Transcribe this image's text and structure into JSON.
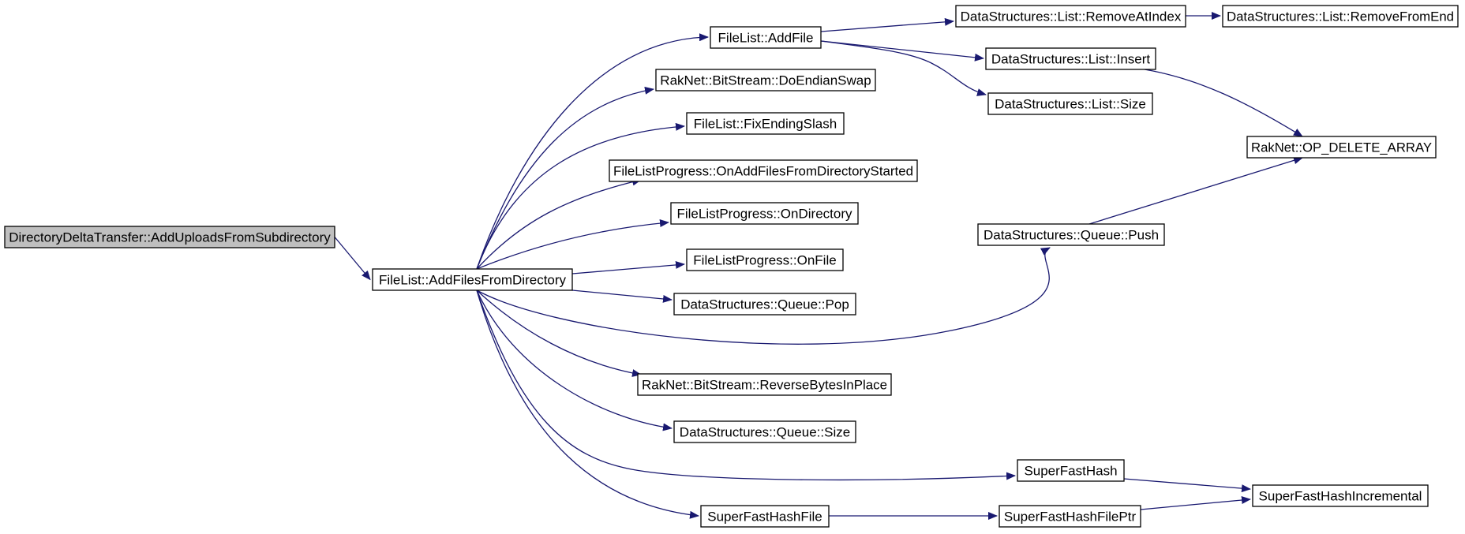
{
  "diagram": {
    "type": "call-graph",
    "colors": {
      "edge": "#191970",
      "root_fill": "#bfbfbf",
      "node_fill": "#ffffff",
      "border": "#000000"
    },
    "nodes": [
      {
        "id": "root",
        "label": "DirectoryDeltaTransfer::AddUploadsFromSubdirectory",
        "root": true
      },
      {
        "id": "addFilesFromDir",
        "label": "FileList::AddFilesFromDirectory"
      },
      {
        "id": "addFile",
        "label": "FileList::AddFile"
      },
      {
        "id": "doEndianSwap",
        "label": "RakNet::BitStream::DoEndianSwap"
      },
      {
        "id": "fixEndingSlash",
        "label": "FileList::FixEndingSlash"
      },
      {
        "id": "onAddFilesStarted",
        "label": "FileListProgress::OnAddFilesFromDirectoryStarted"
      },
      {
        "id": "onDirectory",
        "label": "FileListProgress::OnDirectory"
      },
      {
        "id": "onFile",
        "label": "FileListProgress::OnFile"
      },
      {
        "id": "queuePop",
        "label": "DataStructures::Queue::Pop"
      },
      {
        "id": "reverseBytes",
        "label": "RakNet::BitStream::ReverseBytesInPlace"
      },
      {
        "id": "queueSize",
        "label": "DataStructures::Queue::Size"
      },
      {
        "id": "superFastHash",
        "label": "SuperFastHash"
      },
      {
        "id": "superFastHashFile",
        "label": "SuperFastHashFile"
      },
      {
        "id": "removeAtIndex",
        "label": "DataStructures::List::RemoveAtIndex"
      },
      {
        "id": "removeFromEnd",
        "label": "DataStructures::List::RemoveFromEnd"
      },
      {
        "id": "listInsert",
        "label": "DataStructures::List::Insert"
      },
      {
        "id": "listSize",
        "label": "DataStructures::List::Size"
      },
      {
        "id": "opDeleteArray",
        "label": "RakNet::OP_DELETE_ARRAY"
      },
      {
        "id": "queuePush",
        "label": "DataStructures::Queue::Push"
      },
      {
        "id": "superFastHashIncremental",
        "label": "SuperFastHashIncremental"
      },
      {
        "id": "superFastHashFilePtr",
        "label": "SuperFastHashFilePtr"
      }
    ],
    "edges": [
      [
        "root",
        "addFilesFromDir"
      ],
      [
        "addFilesFromDir",
        "addFile"
      ],
      [
        "addFilesFromDir",
        "doEndianSwap"
      ],
      [
        "addFilesFromDir",
        "fixEndingSlash"
      ],
      [
        "addFilesFromDir",
        "onAddFilesStarted"
      ],
      [
        "addFilesFromDir",
        "onDirectory"
      ],
      [
        "addFilesFromDir",
        "onFile"
      ],
      [
        "addFilesFromDir",
        "queuePop"
      ],
      [
        "addFilesFromDir",
        "queuePush"
      ],
      [
        "addFilesFromDir",
        "reverseBytes"
      ],
      [
        "addFilesFromDir",
        "queueSize"
      ],
      [
        "addFilesFromDir",
        "superFastHash"
      ],
      [
        "addFilesFromDir",
        "superFastHashFile"
      ],
      [
        "addFile",
        "removeAtIndex"
      ],
      [
        "addFile",
        "listInsert"
      ],
      [
        "addFile",
        "listSize"
      ],
      [
        "removeAtIndex",
        "removeFromEnd"
      ],
      [
        "listInsert",
        "opDeleteArray"
      ],
      [
        "queuePush",
        "opDeleteArray"
      ],
      [
        "superFastHash",
        "superFastHashIncremental"
      ],
      [
        "superFastHashFile",
        "superFastHashFilePtr"
      ],
      [
        "superFastHashFilePtr",
        "superFastHashIncremental"
      ]
    ]
  }
}
